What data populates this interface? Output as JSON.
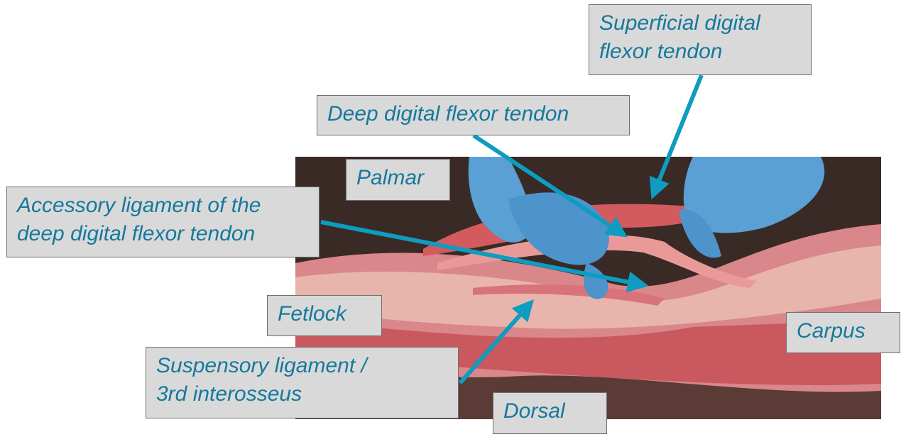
{
  "labels": {
    "superficial": "Superficial digital\nflexor tendon",
    "deep": "Deep digital flexor tendon",
    "palmar": "Palmar",
    "accessory": "Accessory ligament of the\ndeep digital flexor tendon",
    "fetlock": "Fetlock",
    "carpus": "Carpus",
    "suspensory": "Suspensory ligament /\n3rd interosseus",
    "dorsal": "Dorsal"
  },
  "colors": {
    "label_text": "#15799c",
    "arrow": "#0e9cc0",
    "box": "#d9d9d9"
  }
}
